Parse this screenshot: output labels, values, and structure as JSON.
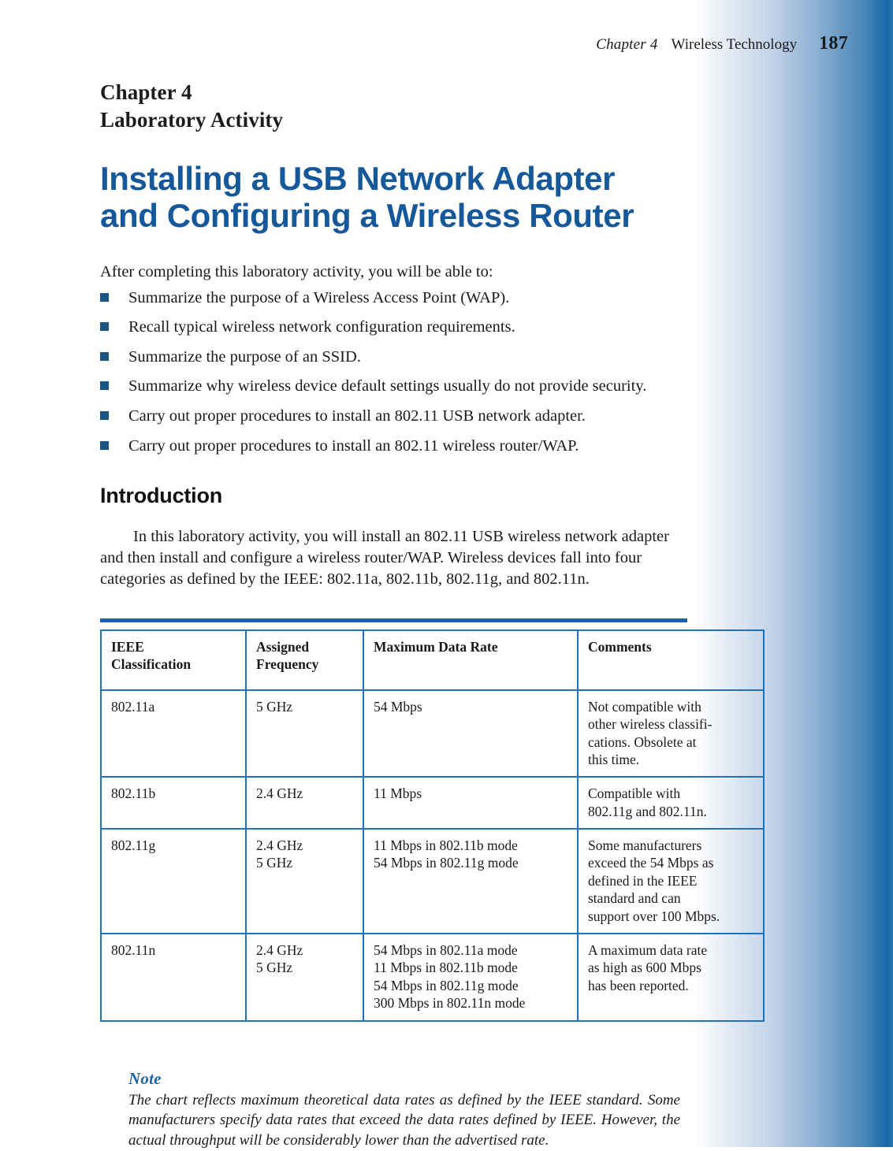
{
  "running_head": {
    "chapter": "Chapter 4",
    "section_title": "Wireless Technology",
    "page_number": "187"
  },
  "kicker": {
    "line1": "Chapter 4",
    "line2": "Laboratory Activity"
  },
  "lab_title": {
    "line1": "Installing a USB Network Adapter",
    "line2": "and Configuring a Wireless Router"
  },
  "objectives": {
    "intro": "After completing this laboratory activity, you will be able to:",
    "items": [
      "Summarize the purpose of a Wireless Access Point (WAP).",
      "Recall typical wireless network configuration requirements.",
      "Summarize the purpose of an SSID.",
      "Summarize why wireless device default settings usually do not provide security.",
      "Carry out proper procedures to install an 802.11 USB network adapter.",
      "Carry out proper procedures to install an 802.11 wireless router/WAP."
    ]
  },
  "introduction": {
    "heading": "Introduction",
    "body": "In this laboratory activity, you will install an 802.11 USB wireless network adapter and then install and configure a wireless router/WAP. Wireless devices fall into four categories as defined by the IEEE: 802.11a, 802.11b, 802.11g, and 802.11n."
  },
  "table": {
    "headers": [
      "IEEE\nClassification",
      "Assigned\nFrequency",
      "Maximum Data Rate",
      "Comments"
    ],
    "header_lines": [
      [
        "IEEE",
        "Classification"
      ],
      [
        "Assigned",
        "Frequency"
      ],
      [
        "Maximum Data Rate"
      ],
      [
        "Comments"
      ]
    ],
    "rows": [
      {
        "classification": "802.11a",
        "frequency": [
          "5 GHz"
        ],
        "data_rate": [
          "54 Mbps"
        ],
        "comments": [
          "Not compatible with",
          "other wireless classifi-",
          "cations. Obsolete at",
          "this time."
        ]
      },
      {
        "classification": "802.11b",
        "frequency": [
          "2.4 GHz"
        ],
        "data_rate": [
          "11 Mbps"
        ],
        "comments": [
          "Compatible with",
          "802.11g and 802.11n."
        ]
      },
      {
        "classification": "802.11g",
        "frequency": [
          "2.4 GHz",
          "5 GHz"
        ],
        "data_rate": [
          "11 Mbps in 802.11b mode",
          "54 Mbps in 802.11g mode"
        ],
        "comments": [
          "Some manufacturers",
          "exceed the 54 Mbps as",
          "defined in the IEEE",
          "standard and can",
          "support over 100 Mbps."
        ]
      },
      {
        "classification": "802.11n",
        "frequency": [
          "2.4 GHz",
          "5 GHz"
        ],
        "data_rate": [
          "54 Mbps in 802.11a mode",
          "11 Mbps in 802.11b mode",
          "54 Mbps in 802.11g mode",
          "300 Mbps in 802.11n mode"
        ],
        "comments": [
          "A maximum data rate",
          "as high as 600 Mbps",
          "has been reported."
        ]
      }
    ]
  },
  "note": {
    "title": "Note",
    "body": "The chart reflects maximum theoretical data rates as defined by the IEEE standard. Some manufacturers specify data rates that exceed the data rates defined by IEEE. However, the actual throughput will be considerably lower than the advertised rate."
  },
  "colors": {
    "title_blue": "#15599a",
    "rule_blue": "#1b63a6",
    "table_border_blue": "#2470b4",
    "bullet_blue": "#1b5480",
    "band_blue": "#1669a8",
    "body_text": "#1a1a1a"
  }
}
